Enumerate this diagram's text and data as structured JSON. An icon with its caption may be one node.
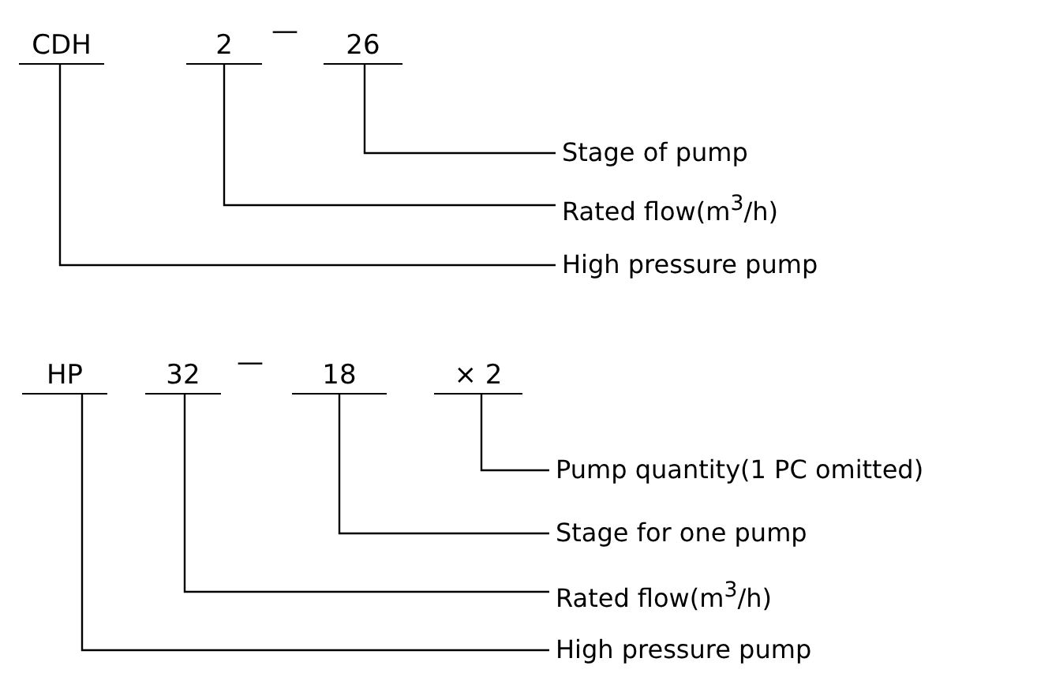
{
  "diagram": {
    "nodes": [
      {
        "text": [
          "CDH"
        ]
      },
      {
        "text": [
          "2"
        ]
      },
      {
        "text": [
          "26"
        ]
      },
      {
        "text": [
          "Stage of pump"
        ]
      },
      {
        "text": [
          "Rated flow(m$^{3}$/h)"
        ]
      },
      {
        "text": [
          "High pressure pump"
        ]
      },
      {
        "text": [
          "HP"
        ]
      },
      {
        "text": [
          "32"
        ]
      },
      {
        "text": [
          "18"
        ]
      },
      {
        "text": [
          "× 2"
        ]
      },
      {
        "text": [
          "Pump quantity(1 PC omitted)"
        ]
      },
      {
        "text": [
          "Stage for one pump"
        ]
      },
      {
        "text": [
          "Rated flow(m$^{3}$/h)"
        ]
      },
      {
        "text": [
          "High pressure pump"
        ]
      }
    ],
    "edges": [
      {
        "from": 2,
        "to": 3,
        "arrow": "none"
      },
      {
        "from": 1,
        "to": 4,
        "arrow": "none"
      },
      {
        "from": 0,
        "to": 5,
        "arrow": "none"
      },
      {
        "from": 9,
        "to": 10,
        "arrow": "none"
      },
      {
        "from": 8,
        "to": 11,
        "arrow": "none"
      },
      {
        "from": 7,
        "to": 12,
        "arrow": "none"
      },
      {
        "from": 6,
        "to": 13,
        "arrow": "none"
      }
    ],
    "labels": [
      "—",
      "—"
    ]
  }
}
